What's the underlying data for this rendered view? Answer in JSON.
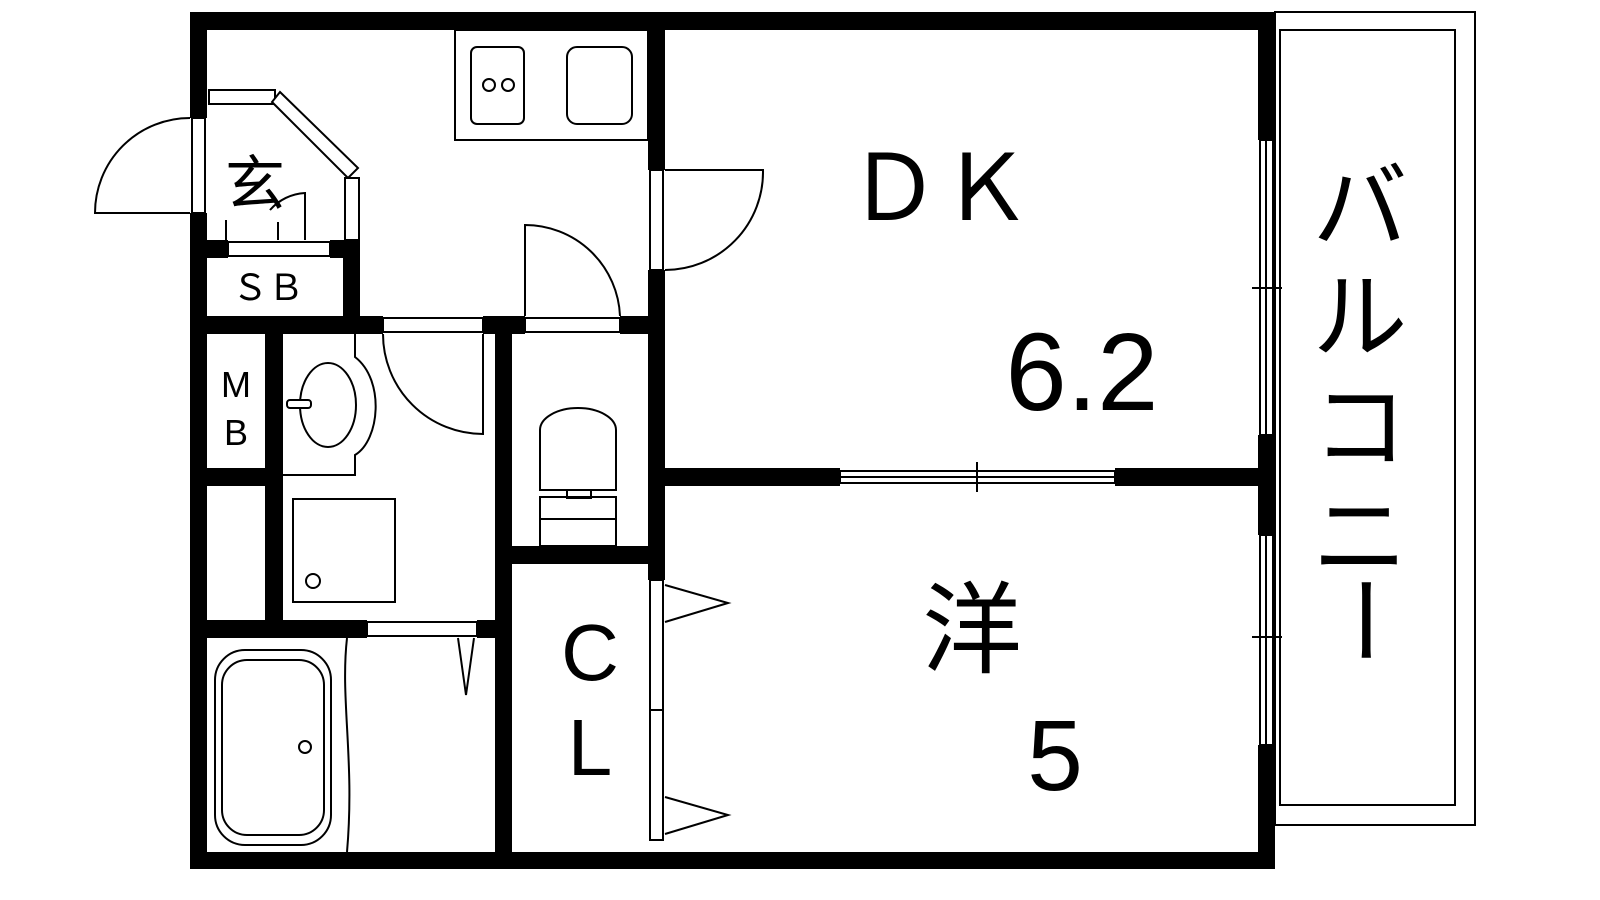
{
  "rooms": {
    "entrance": "玄",
    "shoe_box": "ＳＢ",
    "meter_box_line1": "M",
    "meter_box_line2": "B",
    "dk_label": "ＤＫ",
    "dk_size": "6.2",
    "western_label": "洋",
    "western_size": "5",
    "closet_line1": "C",
    "closet_line2": "L",
    "balcony": [
      "バ",
      "ル",
      "コ",
      "ニ",
      "ー"
    ]
  },
  "colors": {
    "wall": "#000000",
    "background": "#ffffff"
  }
}
